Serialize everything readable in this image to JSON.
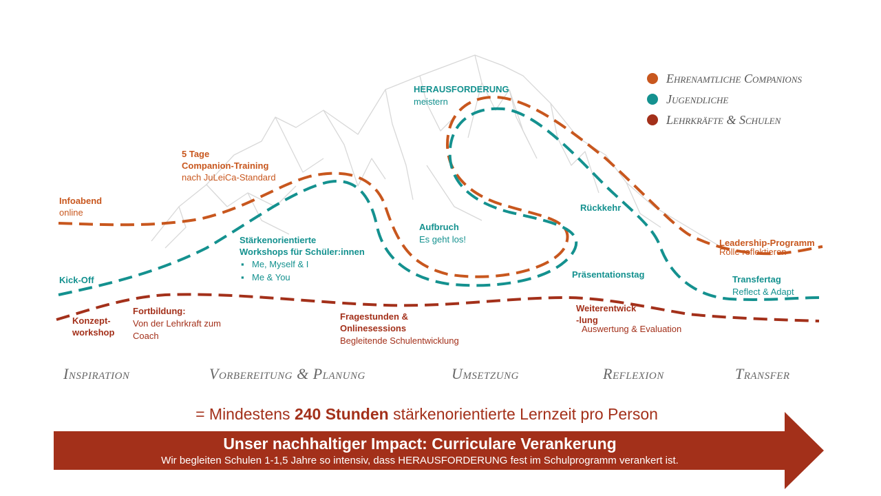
{
  "legend": {
    "items": [
      {
        "label": "Ehrenamtliche Companions",
        "color": "#c8571e"
      },
      {
        "label": "Jugendliche",
        "color": "#14918f"
      },
      {
        "label": "Lehrkräfte & Schulen",
        "color": "#a3301a"
      }
    ]
  },
  "labels": {
    "infoabend_title": "Infoabend",
    "infoabend_sub": "online",
    "training_line1": "5 Tage",
    "training_line2": "Companion-Training",
    "training_sub": "nach JuLeiCa-Standard",
    "kickoff": "Kick-Off",
    "workshops_line1": "Stärkenorientierte",
    "workshops_line2": "Workshops für Schüler:innen",
    "workshops_bullet1": "Me, Myself & I",
    "workshops_bullet2": "Me & You",
    "konzept_line1": "Konzept-",
    "konzept_line2": "workshop",
    "fortbildung_title": "Fortbildung:",
    "fortbildung_sub1": "Von der Lehrkraft zum",
    "fortbildung_sub2": "Coach",
    "herausforderung_title": "HERAUSFORDERUNG",
    "herausforderung_sub": "meistern",
    "aufbruch_title": "Aufbruch",
    "aufbruch_sub": "Es geht los!",
    "fragestunden_line1": "Fragestunden &",
    "fragestunden_line2": "Onlinesessions",
    "fragestunden_sub": "Begleitende Schulentwicklung",
    "rueckkehr": "Rückkehr",
    "praesentation": "Präsentationstag",
    "weiter_line1": "Weiterentwick",
    "weiter_line2": "-lung",
    "weiter_sub": "Auswertung & Evaluation",
    "leadership_title": "Leadership-Programm",
    "leadership_sub": "Rolle reflektieren",
    "transfer_title": "Transfertag",
    "transfer_sub": "Reflect & Adapt"
  },
  "phases": [
    "Inspiration",
    "Vorbereitung & Planung",
    "Umsetzung",
    "Reflexion",
    "Transfer"
  ],
  "summary": {
    "prefix": "= Mindestens ",
    "highlight": "240 Stunden",
    "suffix": " stärkenorientierte Lernzeit pro Person"
  },
  "impact": {
    "title": "Unser nachhaltiger Impact: Curriculare Verankerung",
    "subtitle": "Wir begleiten Schulen 1-1,5 Jahre so intensiv, dass HERAUSFORDERUNG fest im Schulprogramm verankert ist."
  },
  "colors": {
    "orange": "#c8571e",
    "teal": "#14918f",
    "red": "#a3301a",
    "mountain": "#d6d6d6"
  }
}
